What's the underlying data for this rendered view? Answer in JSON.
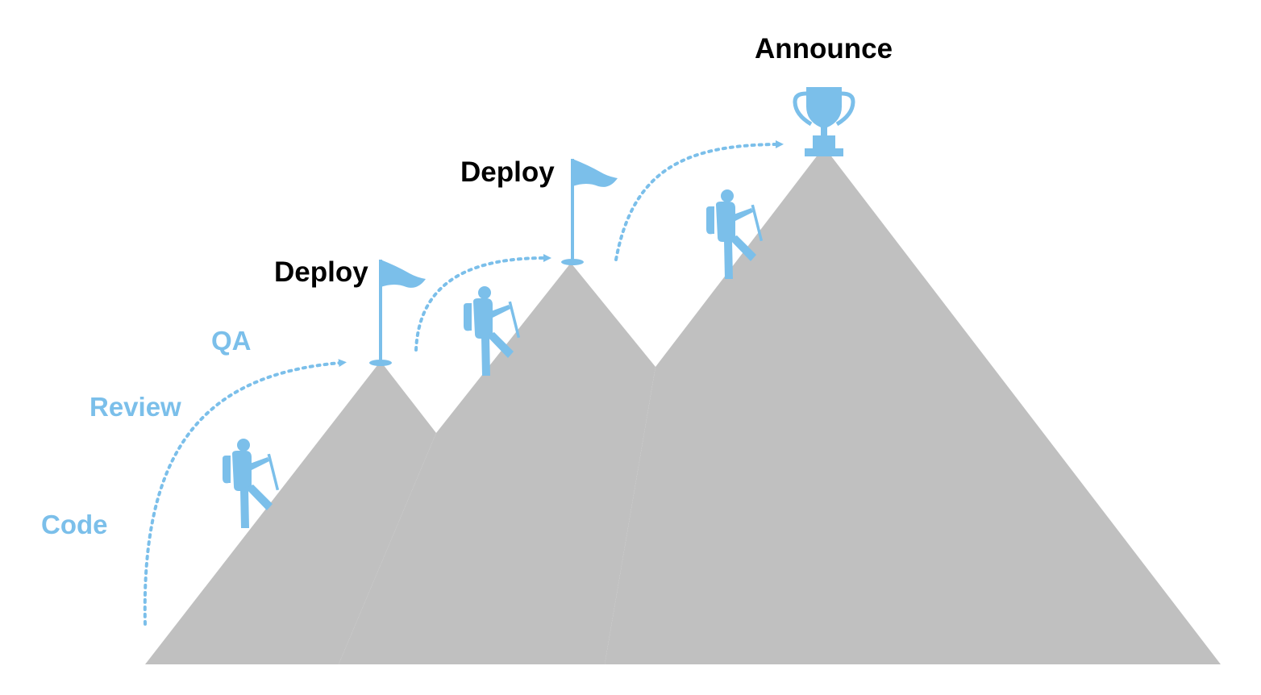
{
  "colors": {
    "mountain": "#c0c0c0",
    "accent": "#7bbfea",
    "milestone_text": "#000000",
    "background": "#ffffff"
  },
  "steps": [
    {
      "label": "Code"
    },
    {
      "label": "Review"
    },
    {
      "label": "QA"
    }
  ],
  "milestones": [
    {
      "label": "Deploy",
      "icon": "flag-icon"
    },
    {
      "label": "Deploy",
      "icon": "flag-icon"
    },
    {
      "label": "Announce",
      "icon": "trophy-icon"
    }
  ],
  "icons": [
    "hiker-icon",
    "flag-icon",
    "trophy-icon",
    "dotted-arrow"
  ]
}
